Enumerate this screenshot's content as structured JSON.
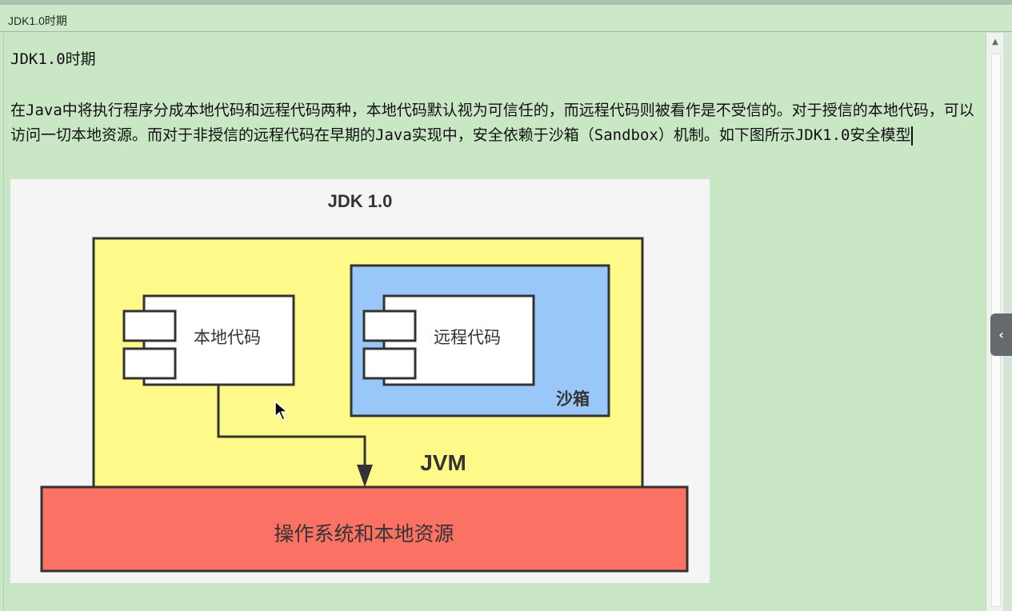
{
  "window": {
    "title": "JDK1.0时期"
  },
  "document": {
    "heading": "JDK1.0时期",
    "paragraph": "在Java中将执行程序分成本地代码和远程代码两种，本地代码默认视为可信任的，而远程代码则被看作是不受信的。对于授信的本地代码，可以访问一切本地资源。而对于非授信的远程代码在早期的Java实现中，安全依赖于沙箱（Sandbox）机制。如下图所示JDK1.0安全模型"
  },
  "diagram": {
    "title": "JDK 1.0",
    "local_code_label": "本地代码",
    "remote_code_label": "远程代码",
    "sandbox_label": "沙箱",
    "jvm_label": "JVM",
    "os_label": "操作系统和本地资源",
    "colors": {
      "jvm_fill": "#fff98a",
      "sandbox_fill": "#99c8f8",
      "os_fill": "#fb7264",
      "component_fill": "#ffffff",
      "outline": "#333333"
    }
  },
  "icons": {
    "side_toggle": "chevron-left-icon",
    "scroll_up": "chevron-up-icon",
    "pointer": "mouse-cursor-icon"
  }
}
